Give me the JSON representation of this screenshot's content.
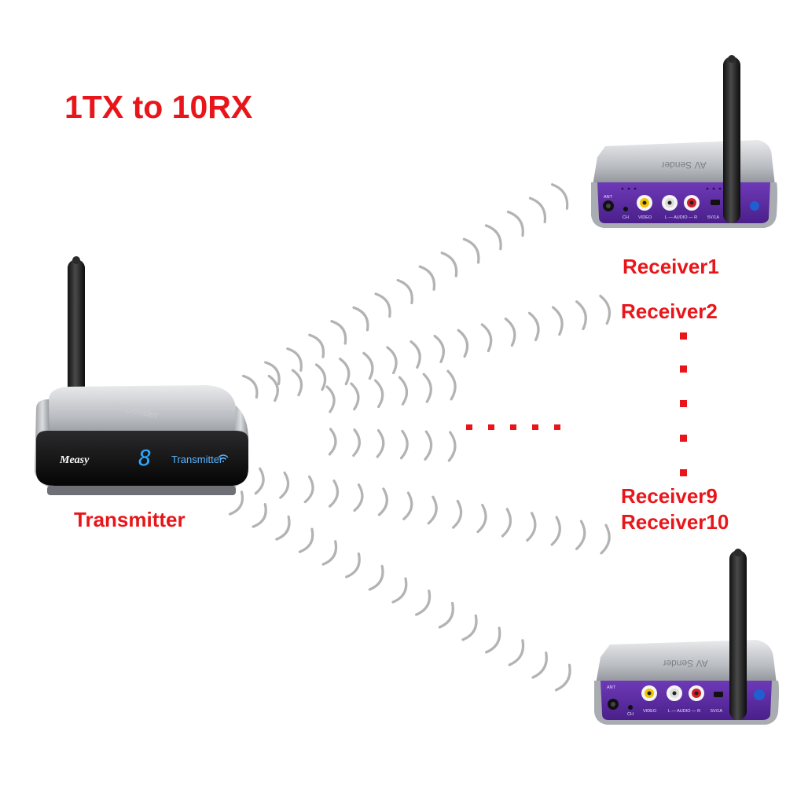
{
  "title": "1TX to 10RX",
  "transmitter": {
    "label": "Transmitter",
    "brand": "Measy",
    "display_digit": "8",
    "panel_text": "Transmitter",
    "top_text": "AV Sender"
  },
  "receivers": [
    {
      "label": "Receiver1"
    },
    {
      "label": "Receiver2"
    },
    {
      "label": "Receiver9"
    },
    {
      "label": "Receiver10"
    }
  ],
  "receiver_device": {
    "top_text": "AV Sender",
    "panel_labels": [
      "ANT",
      "CH",
      "VIDEO",
      "L — AUDIO — R",
      "5V/1A"
    ]
  },
  "colors": {
    "label_red": "#e8161a",
    "wave_gray": "#b3b3b3",
    "receiver_purple": "#5a2a9e",
    "display_blue": "#2fa8ff"
  }
}
